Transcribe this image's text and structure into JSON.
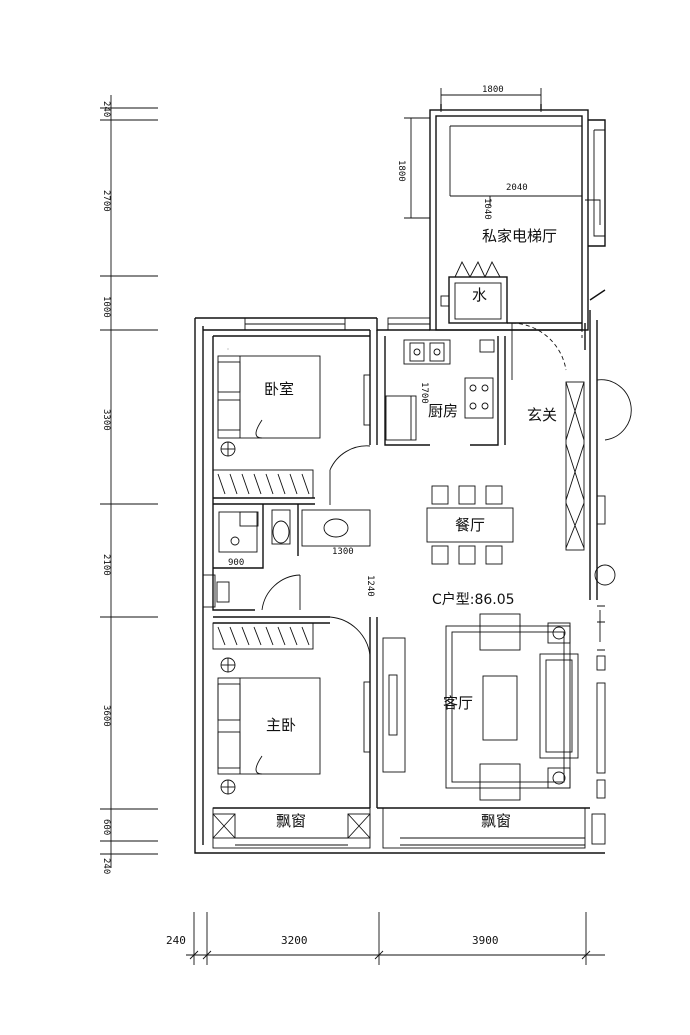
{
  "plan": {
    "type_label": "C户型:86.05",
    "rooms": {
      "bedroom": "卧室",
      "master_bedroom": "主卧",
      "kitchen": "厨房",
      "foyer": "玄关",
      "dining": "餐厅",
      "living": "客厅",
      "elevator_hall": "私家电梯厅",
      "water": "水",
      "bay_window_left": "飘窗",
      "bay_window_right": "飘窗"
    },
    "bottom_dims": [
      "240",
      "3200",
      "3900"
    ],
    "left_dims": [
      "240",
      "2700",
      "1000",
      "3300",
      "2100",
      "3600",
      "600",
      "240"
    ],
    "small_dims": {
      "top_width": "1800",
      "hall_depth": "1800",
      "hall_width": "2040",
      "shaft": "1040",
      "kitchen_depth": "1700",
      "wash_width": "1300",
      "bath_width": "900",
      "corridor": "1240"
    }
  }
}
